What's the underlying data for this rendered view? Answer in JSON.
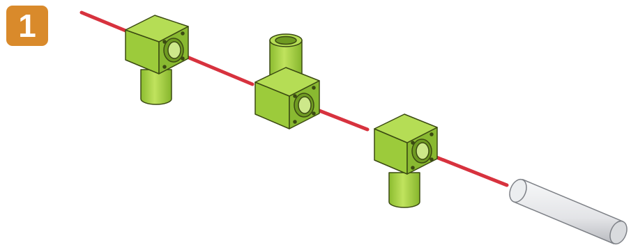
{
  "step": {
    "number": "1",
    "color": "#d98a2b"
  },
  "colors": {
    "block": "#9ccb3b",
    "block_light": "#b5dd55",
    "block_dark": "#7faa2a",
    "outline": "#3b4a12",
    "rod": "#d7323e",
    "tube": "#e9eaec",
    "tube_shade": "#bfc1c5"
  },
  "parts": [
    {
      "name": "connector-block",
      "type": "elbow-down"
    },
    {
      "name": "connector-block",
      "type": "elbow-up"
    },
    {
      "name": "connector-block",
      "type": "elbow-down"
    },
    {
      "name": "white-tube",
      "type": "tube"
    }
  ],
  "icons": [
    "red-axle-rod-icon",
    "green-cube-connector-icon",
    "white-tube-icon"
  ]
}
